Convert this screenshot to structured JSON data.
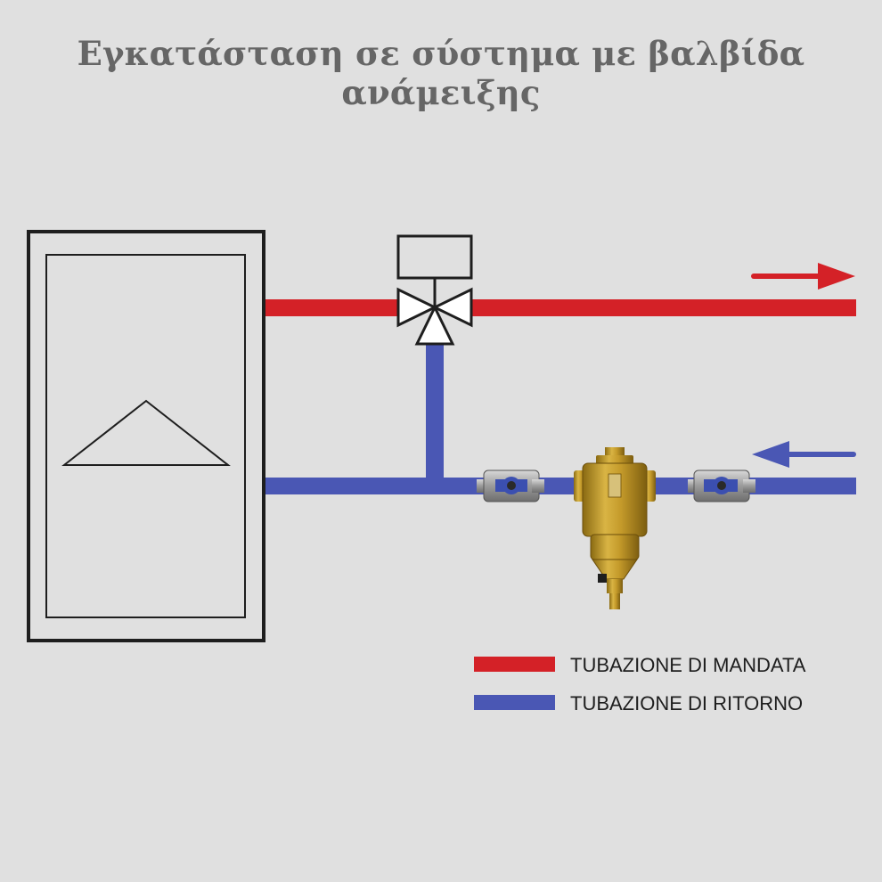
{
  "title": "Εγκατάσταση σε σύστημα με βαλβίδα ανάμειξης",
  "colors": {
    "background": "#e0e0e0",
    "supply_pipe": "#d42127",
    "return_pipe": "#4a57b4",
    "outline": "#1e1e1e",
    "brass": "#c8a02e",
    "valve_handle": "#3b4fb0"
  },
  "legend": {
    "supply_label": "TUBAZIONE DI MANDATA",
    "return_label": "TUBAZIONE DI RITORNO"
  },
  "components": {
    "boiler": "boiler-icon",
    "mixing_valve": "three-way-valve-icon",
    "ball_valve": "ball-valve-icon",
    "dirt_separator": "dirt-separator-icon",
    "supply_flow": "arrow-right-icon",
    "return_flow": "arrow-left-icon"
  }
}
